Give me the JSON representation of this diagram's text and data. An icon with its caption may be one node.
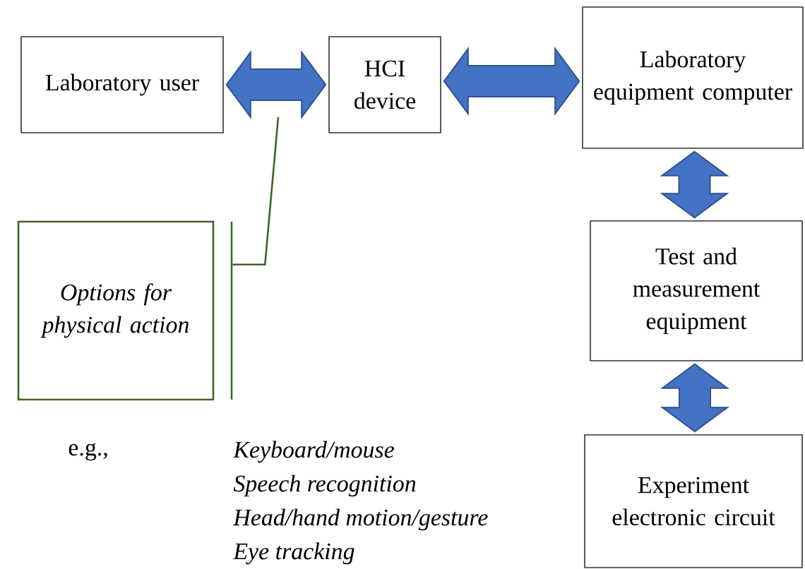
{
  "diagram": {
    "nodes": [
      {
        "text": [
          "Laboratory user"
        ]
      },
      {
        "text": [
          "HCI device"
        ]
      },
      {
        "text": [
          "Laboratory equipment computer"
        ]
      },
      {
        "text": [
          "Test and measurement equipment"
        ]
      },
      {
        "text": [
          "Experiment electronic circuit"
        ]
      },
      {
        "text": [
          "Options for physical action"
        ]
      }
    ],
    "edges": [
      {
        "from": 0,
        "to": 1,
        "arrow": "both"
      },
      {
        "from": 1,
        "to": 2,
        "arrow": "both"
      },
      {
        "from": 2,
        "to": 3,
        "arrow": "both"
      },
      {
        "from": 3,
        "to": 4,
        "arrow": "both"
      },
      {
        "from": 5,
        "to": null,
        "arrow": "none",
        "color": "#41622a"
      }
    ],
    "labels": [
      "e.g.,",
      "Keyboard/mouse",
      "Speech recognition",
      "Head/hand motion/gesture",
      "Eye tracking"
    ]
  }
}
